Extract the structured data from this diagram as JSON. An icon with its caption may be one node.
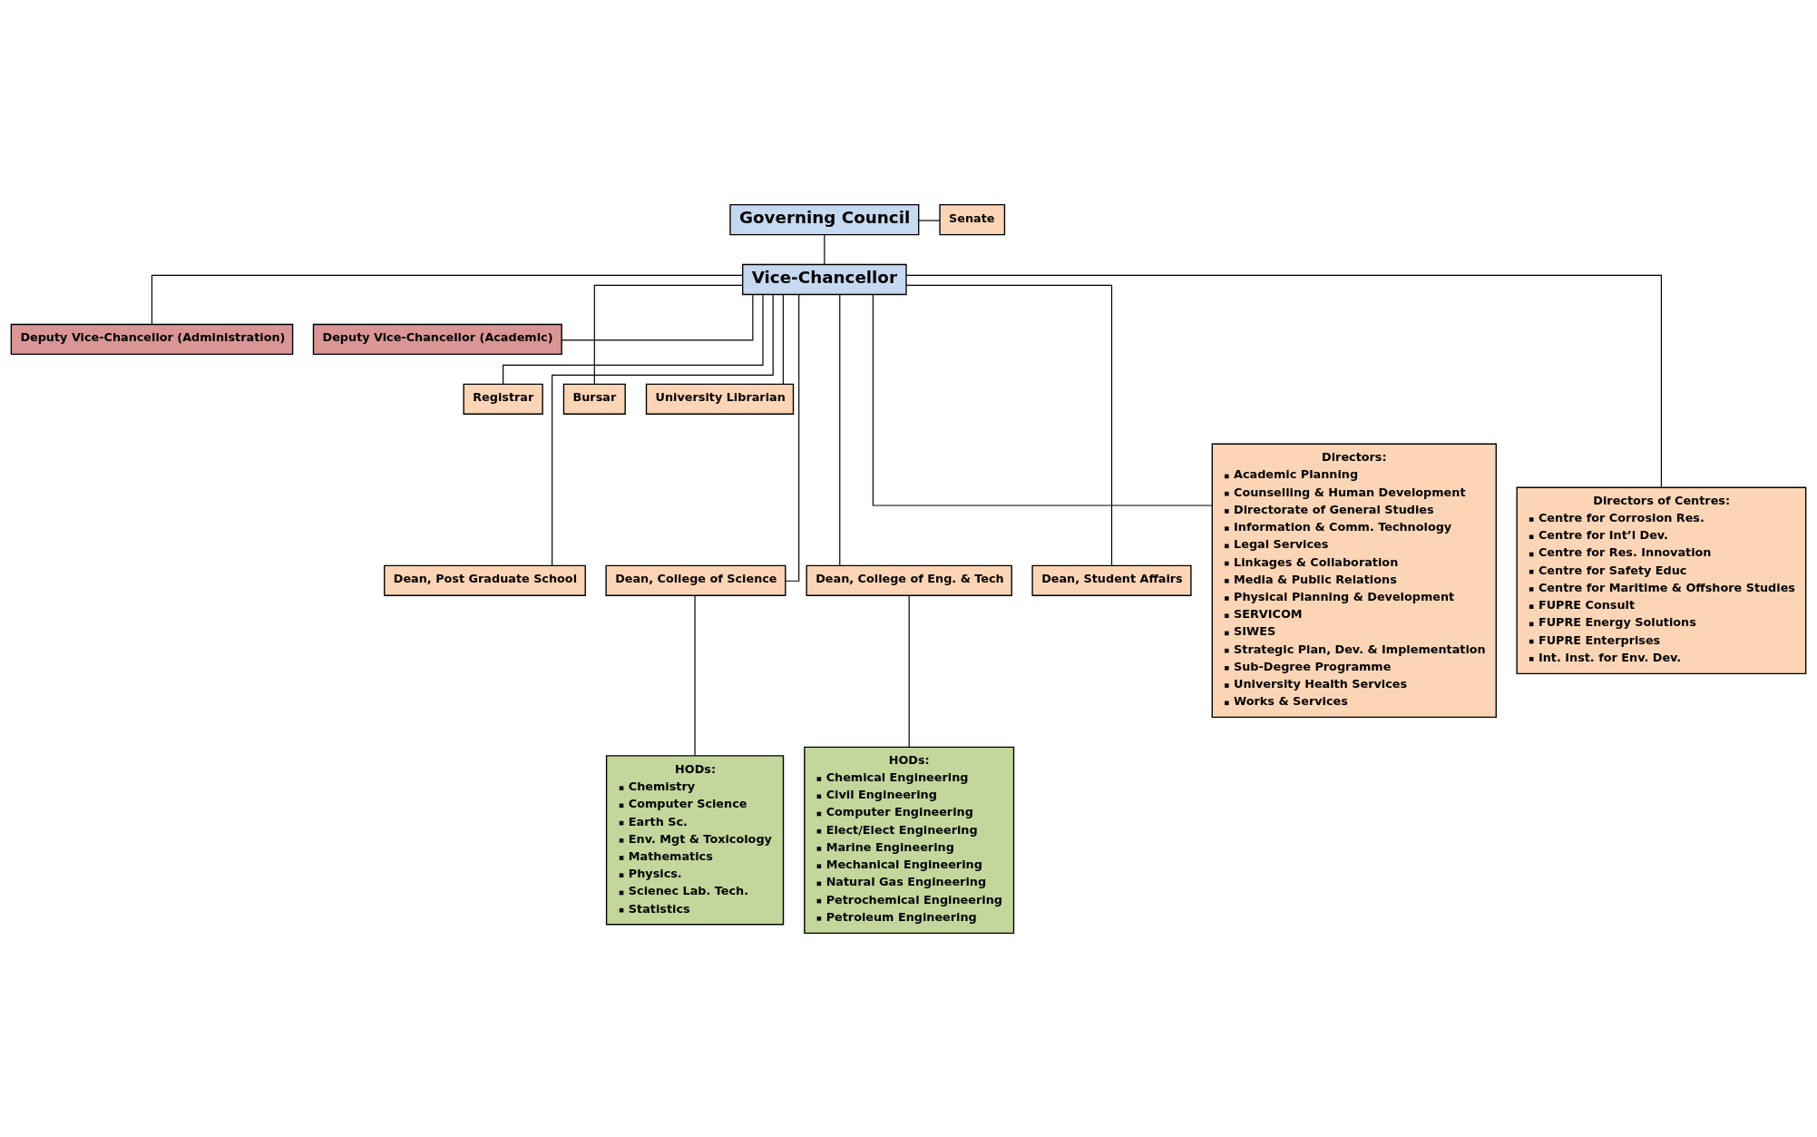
{
  "diagram": {
    "nodes": [
      {
        "text": [
          "Governing Council"
        ]
      },
      {
        "text": [
          "Senate"
        ]
      },
      {
        "text": [
          "Vice-Chancellor"
        ]
      },
      {
        "text": [
          "Deputy Vice-Chancellor (Administration)"
        ]
      },
      {
        "text": [
          "Deputy Vice-Chancellor (Academic)"
        ]
      },
      {
        "text": [
          "Registrar"
        ]
      },
      {
        "text": [
          "Bursar"
        ]
      },
      {
        "text": [
          "University Librarian"
        ]
      },
      {
        "text": [
          "Dean, Post Graduate School"
        ]
      },
      {
        "text": [
          "Dean, College of Science"
        ]
      },
      {
        "text": [
          "Dean, College of Eng. & Tech"
        ]
      },
      {
        "text": [
          "Dean, Student Affairs"
        ]
      },
      {
        "text": [
          "Directors:",
          "Academic Planning",
          "Counselling & Human Development",
          "Directorate of General Studies",
          "Information & Comm. Technology",
          "Legal Services",
          "Linkages & Collaboration",
          "Media & Public Relations",
          "Physical Planning & Development",
          "SERVICOM",
          "SIWES",
          "Strategic Plan, Dev. & Implementation",
          "Sub-Degree Programme",
          "University Health Services",
          "Works & Services"
        ]
      },
      {
        "text": [
          "Directors of Centres:",
          "Centre for Corrosion Res.",
          "Centre for Int’l Dev.",
          "Centre for Res. Innovation",
          "Centre for Safety Educ",
          "Centre for Maritime & Offshore Studies",
          "FUPRE Consult",
          "FUPRE Energy Solutions",
          "FUPRE Enterprises",
          "Int. Inst. for Env. Dev."
        ]
      },
      {
        "text": [
          "HODs:",
          "Chemistry",
          "Computer Science",
          "Earth Sc.",
          "Env. Mgt & Toxicology",
          "Mathematics",
          "Physics.",
          "Scienec Lab. Tech.",
          "Statistics"
        ]
      },
      {
        "text": [
          "HODs:",
          "Chemical Engineering",
          "Civil Engineering",
          "Computer Engineering",
          "Elect/Elect Engineering",
          "Marine Engineering",
          "Mechanical Engineering",
          "Natural Gas Engineering",
          "Petrochemical Engineering",
          "Petroleum Engineering"
        ]
      }
    ],
    "edges": [
      {
        "from": 0,
        "to": 2,
        "arrow": "none"
      },
      {
        "from": 0,
        "to": 1,
        "arrow": "none"
      },
      {
        "from": 2,
        "to": 3,
        "arrow": "none"
      },
      {
        "from": 2,
        "to": 4,
        "arrow": "none"
      },
      {
        "from": 2,
        "to": 12,
        "arrow": "none"
      },
      {
        "from": 2,
        "to": 13,
        "arrow": "none"
      },
      {
        "from": 2,
        "to": 5,
        "arrow": "none"
      },
      {
        "from": 2,
        "to": 6,
        "arrow": "none"
      },
      {
        "from": 2,
        "to": 7,
        "arrow": "none"
      },
      {
        "from": 2,
        "to": 8,
        "arrow": "none"
      },
      {
        "from": 2,
        "to": 9,
        "arrow": "none"
      },
      {
        "from": 2,
        "to": 10,
        "arrow": "none"
      },
      {
        "from": 2,
        "to": 11,
        "arrow": "none"
      },
      {
        "from": 9,
        "to": 14,
        "arrow": "none"
      },
      {
        "from": 10,
        "to": 15,
        "arrow": "none"
      }
    ]
  }
}
